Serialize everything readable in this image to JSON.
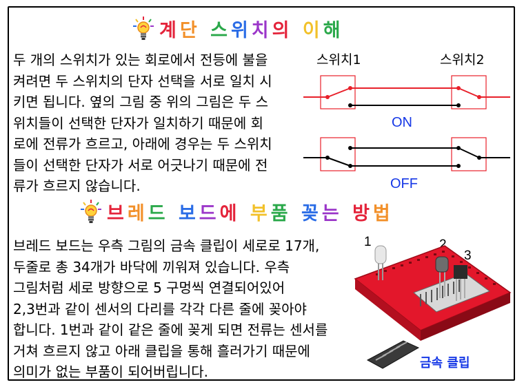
{
  "section1": {
    "title": "계단 스위치의 이해",
    "title_colors": [
      "#e4243b",
      "#f2902a",
      "#2aa84a",
      "#2a6ce6",
      "#9b36c9",
      "#e4243b",
      "#f2c12a",
      "#2aa84a",
      "#2a6ce6"
    ],
    "lines": [
      "두 개의 스위치가 있는 회로에서 전등에 불을",
      "켜려면 두 스위치의 단자 선택을 서로 일치 시",
      "키면 됩니다. 옆의 그림 중 위의 그림은 두 스",
      "위치들이 선택한 단자가 일치하기 때문에 회",
      "로에 전류가 흐르고, 아래에 경우는 두 스위치",
      "들이 선택한 단자가 서로 어긋나기 때문에 전",
      "류가 흐르지 않습니다."
    ]
  },
  "diagram": {
    "switch1_label": "스위치1",
    "switch2_label": "스위치2",
    "on_label": "ON",
    "off_label": "OFF",
    "on_wire_color": "#e8202a",
    "off_wire_color": "#000000"
  },
  "section2": {
    "title": "브레드 보드에 부품 꽂는 방법",
    "title_colors": [
      "#e4243b",
      "#f2902a",
      "#2aa84a",
      "#2a6ce6",
      "#9b36c9",
      "#e4243b",
      "#f2c12a",
      "#2aa84a",
      "#2a6ce6",
      "#9b36c9",
      "#e4243b",
      "#f2902a",
      "#2aa84a"
    ],
    "lines": [
      "브레드 보드는 우측 그림의 금속 클립이 세로로 17개,",
      "두줄로 총 34개가 바닥에 끼워져 있습니다. 우측",
      "그림처럼 세로 방향으로 5 구멍씩 연결되어있어",
      "2,3번과 같이 센서의 다리를 각각 다른 줄에 꽂아야",
      "합니다. 1번과 같이 같은 줄에 꽂게 되면 전류는 센서를",
      "거쳐 흐르지 않고 아래 클립을 통해 흘러가기 때문에",
      "의미가 없는 부품이 되어버립니다."
    ]
  },
  "breadboard": {
    "labels": [
      "1",
      "2",
      "3"
    ],
    "clip_label": "금속 클립",
    "board_color": "#e3172b"
  }
}
